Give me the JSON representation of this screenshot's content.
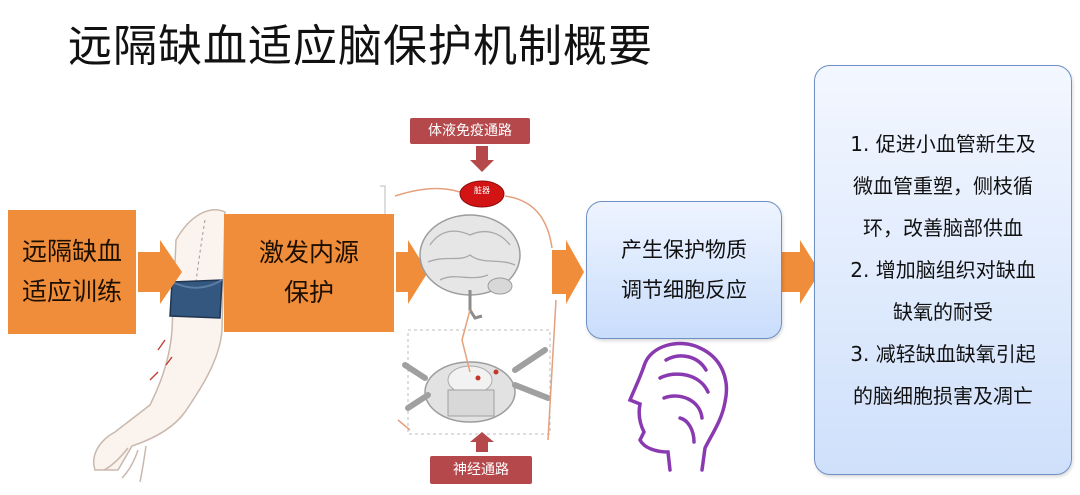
{
  "title": "远隔缺血适应脑保护机制概要",
  "left_box": {
    "line1": "远隔缺血",
    "line2": "适应训练"
  },
  "middle_box": {
    "line1": "激发内源",
    "line2": "保护"
  },
  "pathways": {
    "humoral": "体液免疫通路",
    "neural": "神经通路",
    "organ_label": "脏器"
  },
  "result_box": {
    "line1": "产生保护物质",
    "line2": "调节细胞反应"
  },
  "outcomes": [
    "1. 促进小血管新生及",
    "微血管重塑，侧枝循",
    "环，改善脑部供血",
    "2. 增加脑组织对缺血",
    "缺氧的耐受",
    "3. 减轻缺血缺氧引起",
    "的脑细胞损害及凋亡"
  ],
  "colors": {
    "orange": "#ef8d3a",
    "red_tag": "#b5484b",
    "box_blue": "#c9ddfb",
    "cuff_blue": "#33577f",
    "purple_outline": "#8a3ab0"
  }
}
